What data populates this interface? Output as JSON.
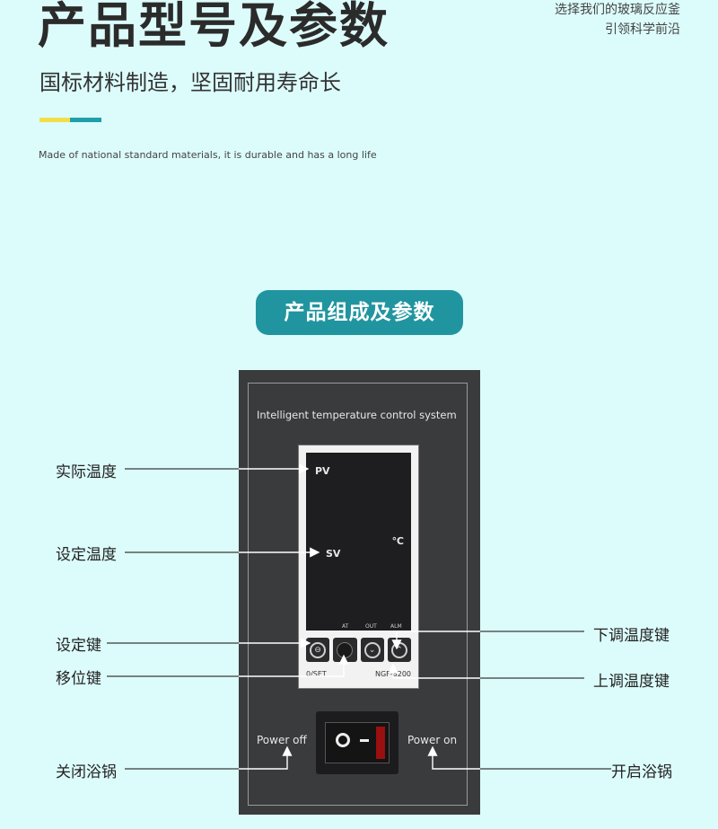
{
  "header": {
    "title": "产品型号及参数",
    "slogan_line1": "选择我们的玻璃反应釜",
    "slogan_line2": "引领科学前沿",
    "subtitle": "国标材料制造，坚固耐用寿命长",
    "subtitle_en": "Made of national standard materials, it is durable and has a long life"
  },
  "section": {
    "pill_label": "产品组成及参数"
  },
  "panel": {
    "title": "Intelligent temperature control system",
    "pv": "PV",
    "sv": "SV",
    "unit": "℃",
    "led_at": "AT",
    "led_out": "OUT",
    "led_alm": "ALM",
    "key_text_1": "⊖",
    "model_left": "0/SET",
    "model_right": "NGF-8200",
    "power_off": "Power off",
    "power_on": "Power on"
  },
  "callouts": {
    "actual_temp": "实际温度",
    "set_temp": "设定温度",
    "set_key": "设定键",
    "shift_key": "移位键",
    "down_key": "下调温度键",
    "up_key": "上调温度键",
    "close_bath": "关闭浴锅",
    "open_bath": "开启浴锅"
  },
  "colors": {
    "background": "#dcfcfb",
    "accent_yellow": "#f3de4a",
    "accent_teal": "#1f9eab",
    "pill": "#21959f",
    "panel": "#3a3b3d",
    "rocker_red": "#9a0f0f"
  }
}
